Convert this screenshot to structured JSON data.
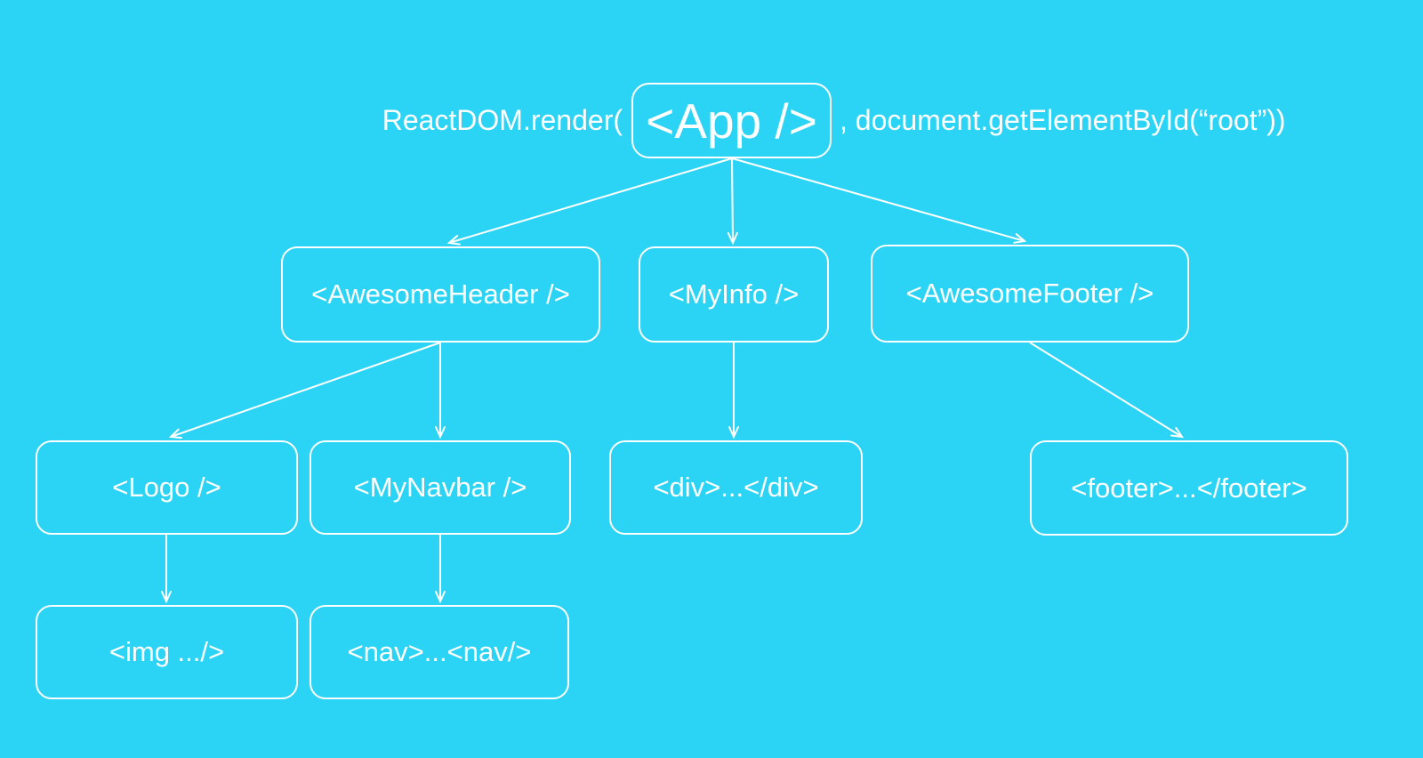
{
  "colors": {
    "background": "#2BD4F5",
    "foreground": "#FFFFFF"
  },
  "render_call": {
    "prefix": "ReactDOM.render(",
    "suffix": ", document.getElementById(“root”))"
  },
  "nodes": {
    "app": {
      "label": "<App />"
    },
    "awesome_header": {
      "label": "<AwesomeHeader />"
    },
    "my_info": {
      "label": "<MyInfo />"
    },
    "awesome_footer": {
      "label": "<AwesomeFooter />"
    },
    "logo": {
      "label": "<Logo />"
    },
    "my_navbar": {
      "label": "<MyNavbar />"
    },
    "div": {
      "label": "<div>...</div>"
    },
    "footer": {
      "label": "<footer>...</footer>"
    },
    "img": {
      "label": "<img .../>"
    },
    "nav": {
      "label": "<nav>...<nav/>"
    }
  },
  "edges": [
    {
      "from": "app",
      "to": "awesome_header"
    },
    {
      "from": "app",
      "to": "my_info"
    },
    {
      "from": "app",
      "to": "awesome_footer"
    },
    {
      "from": "awesome_header",
      "to": "logo"
    },
    {
      "from": "awesome_header",
      "to": "my_navbar"
    },
    {
      "from": "my_info",
      "to": "div"
    },
    {
      "from": "awesome_footer",
      "to": "footer"
    },
    {
      "from": "logo",
      "to": "img"
    },
    {
      "from": "my_navbar",
      "to": "nav"
    }
  ]
}
